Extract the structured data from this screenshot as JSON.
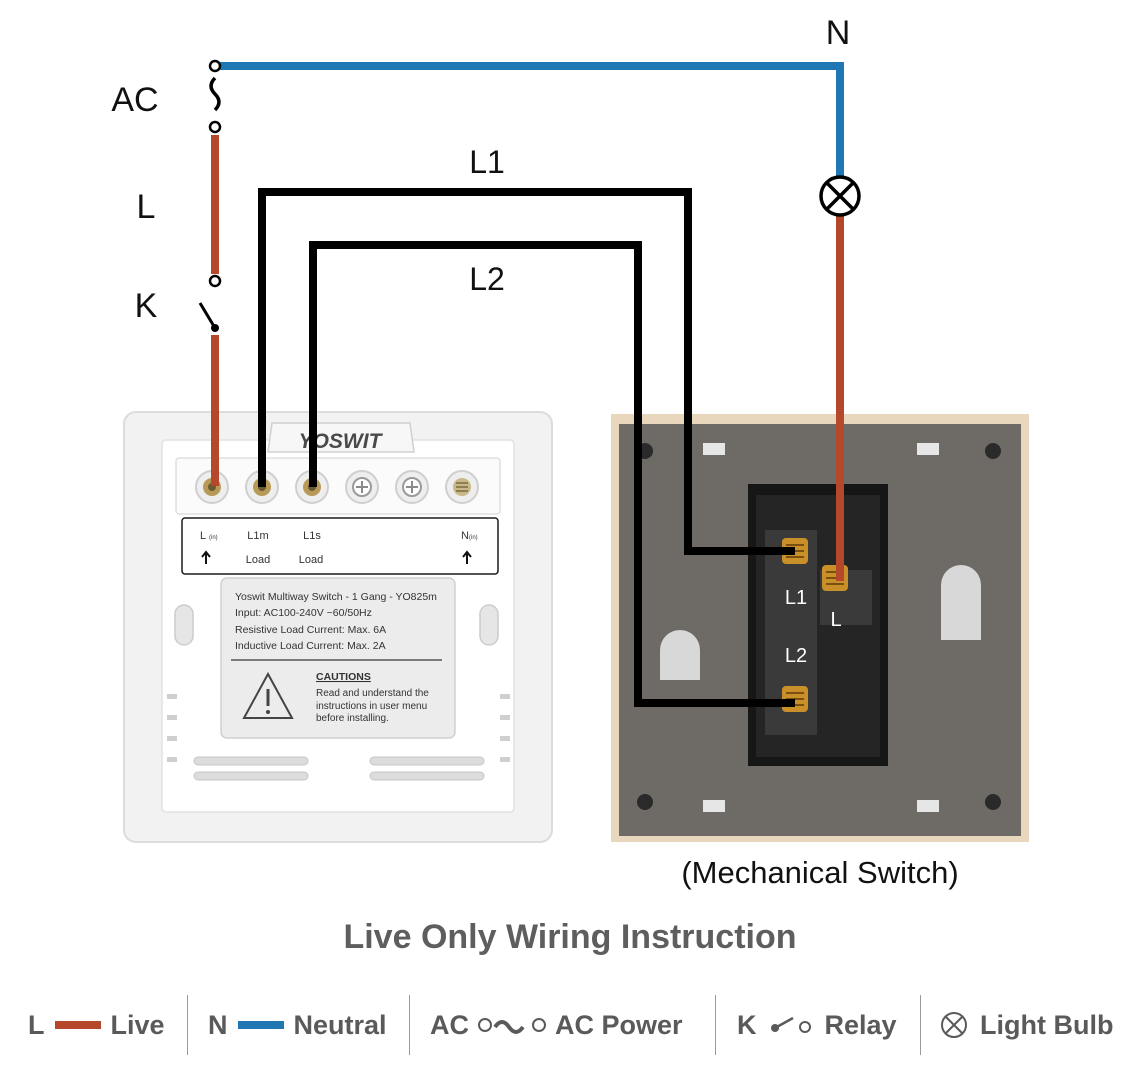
{
  "wires": {
    "neutral_label": "N",
    "ac_label": "AC",
    "live_label": "L",
    "relay_label": "K",
    "l1_label": "L1",
    "l2_label": "L2"
  },
  "smart_switch": {
    "brand": "YOSWIT",
    "terminal_l": "L",
    "terminal_l_sub": "(in)",
    "terminal_l1m": "L1m",
    "terminal_l1s": "L1s",
    "terminal_n": "N",
    "terminal_n_sub": "(in)",
    "load_label": "Load",
    "spec_lines": [
      "Yoswit Multiway Switch - 1 Gang - YO825m",
      "Input: AC100-240V ~60/50Hz",
      "Resistive Load Current: Max. 6A",
      "Inductive Load Current: Max. 2A"
    ],
    "cautions_title": "CAUTIONS",
    "cautions_lines": [
      "Read and understand the",
      "instructions in user menu",
      "before installing."
    ]
  },
  "mechanical_switch": {
    "terminal_l1": "L1",
    "terminal_l": "L",
    "terminal_l2": "L2",
    "caption": "(Mechanical Switch)"
  },
  "title": "Live Only Wiring Instruction",
  "legend": [
    {
      "key": "L",
      "text": "Live",
      "color": "#b5472a"
    },
    {
      "key": "N",
      "text": "Neutral",
      "color": "#1f78b4"
    },
    {
      "key": "AC",
      "text": "AC Power"
    },
    {
      "key": "K",
      "text": "Relay"
    },
    {
      "text": "Light Bulb"
    }
  ],
  "colors": {
    "live": "#b5472a",
    "neutral": "#1f78b4",
    "wire": "#000000",
    "mech_plate": "#6e6a66",
    "mech_frame": "#e8d6bd"
  }
}
